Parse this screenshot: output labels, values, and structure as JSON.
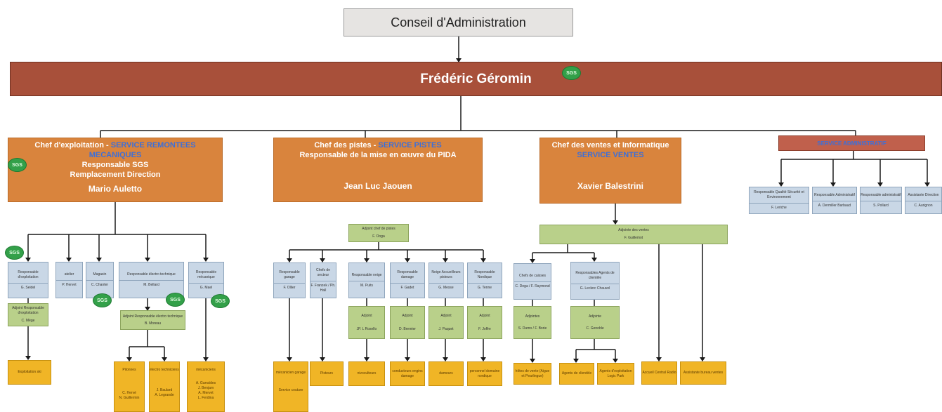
{
  "board": {
    "label": "Conseil d'Administration"
  },
  "director": {
    "name": "Frédéric Géromin",
    "badge": "SGS"
  },
  "managers": {
    "exploitation": {
      "title": "Chef d'exploitation",
      "service": "SERVICE REMONTEES MECANIQUES",
      "line2": "Responsable SGS",
      "line3": "Remplacement Direction",
      "name": "Mario Auletto",
      "badge": "SGS"
    },
    "pistes": {
      "title": "Chef des pistes",
      "service": "SERVICE PISTES",
      "line2": "Responsable de la mise en œuvre du PIDA",
      "name": "Jean Luc Jaouen"
    },
    "ventes": {
      "title": "Chef des ventes et Informatique",
      "service": "SERVICE VENTES",
      "name": "Xavier Balestrini"
    }
  },
  "admin_service": {
    "label": "SERVICE ADMINISTRATIF",
    "boxes": [
      {
        "role": "Responsable Qualité Sécurité et Environnement",
        "person": "F. Leriche"
      },
      {
        "role": "Responsable Administratif",
        "person": "A. Dermiller Barbaud"
      },
      {
        "role": "Responsable administratif",
        "person": "S. Pollard"
      },
      {
        "role": "Assistante Direction",
        "person": "C. Aurignon"
      }
    ]
  },
  "exploitation_team": {
    "badge": "SGS",
    "boxes": [
      {
        "role": "Responsable d'exploitation",
        "person": "G. Seidel"
      },
      {
        "role": "atelier",
        "person": "P. Hervet"
      },
      {
        "role": "Magasin",
        "person": "C. Chanter"
      },
      {
        "role": "Responsable électro technique",
        "person": "M. Bellard"
      },
      {
        "role": "Responsable mécanique",
        "person": "G. Mael"
      }
    ],
    "adjoint1": {
      "role": "Adjoint Responsable d'exploitation",
      "person": "C. Mège"
    },
    "adjoint2": {
      "role": "Adjoint Responsable électro technique",
      "person": "B. Moreau"
    },
    "yellow": [
      {
        "label": "Exploitation ski"
      },
      {
        "label": "Pilonnes",
        "people": [
          "C. Hervé",
          "N. Guillermin"
        ]
      },
      {
        "label": "électro techniciens",
        "people": [
          "J. Baulard",
          "A. Legrande"
        ]
      },
      {
        "label": "mécaniciens",
        "people": [
          "A. Garraïdes",
          "J. Benjam",
          "A. Mervet",
          "L. Ferdina"
        ]
      }
    ]
  },
  "pistes_team": {
    "top": {
      "role": "Adjoint chef de pistes",
      "person": "F. Ooga"
    },
    "boxes": [
      {
        "role": "Responsable garage",
        "person": "F. Ollier"
      },
      {
        "role": "Chefs de secteur",
        "person": "F. Franzek / Ph. Hall"
      },
      {
        "role": "Responsable neige",
        "person": "M. Puits"
      },
      {
        "role": "Responsable damage",
        "person": "F. Gadet"
      },
      {
        "role": "Neige Accueilleurs pisteurs",
        "person": "G. Messe"
      },
      {
        "role": "Responsable Nordique",
        "person": "G. Tenne"
      }
    ],
    "adjoints": [
      {
        "role": "Adjoint",
        "person": "JP. L Rosello"
      },
      {
        "role": "Adjoint",
        "person": "D. Bremier"
      },
      {
        "role": "Adjoint",
        "person": "J. Paquet"
      },
      {
        "role": "Adjoint",
        "person": "F. Joffre"
      }
    ],
    "yellow": [
      {
        "label": "mécanicien garage",
        "extra": "Service couture"
      },
      {
        "label": "Pisteurs"
      },
      {
        "label": "nivoculteurs"
      },
      {
        "label": "conducteurs engins damage"
      },
      {
        "label": "dameurs"
      },
      {
        "label": "personnel domaine nordique"
      }
    ]
  },
  "ventes_team": {
    "top": {
      "role": "Adjointe des ventes",
      "person": "F. Guillemot"
    },
    "boxes": [
      {
        "role": "Chefs de caisses",
        "person": "C. Dega / F. Raymond"
      },
      {
        "role": "Responsables Agents de clientèle",
        "person": "G. Leclerc Chauvel"
      }
    ],
    "adjoints": [
      {
        "role": "Adjointes",
        "person": "S. Dumo / F. Borie"
      },
      {
        "role": "Adjointe",
        "person": "C. Genoble"
      }
    ],
    "yellow": [
      {
        "label": "hôtes de vente (Aigue et Pearlingue)"
      },
      {
        "label": "Agents de clientèle"
      },
      {
        "label": "Agents d'exploitation Logic Park"
      },
      {
        "label": "Accueil Central Radio"
      },
      {
        "label": "Assistante bureau ventes"
      }
    ]
  }
}
